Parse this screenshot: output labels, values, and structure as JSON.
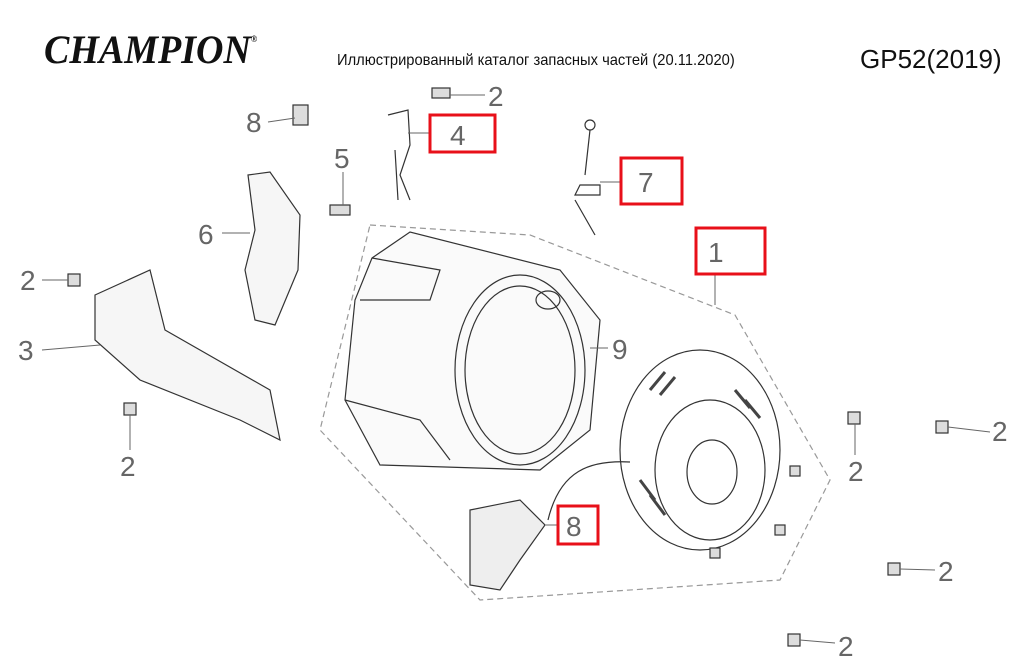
{
  "header": {
    "brand": "CHAMPION",
    "registered": "®",
    "subtitle": "Иллюстрированный каталог запасных частей (20.11.2020)",
    "model": "GP52(2019)"
  },
  "callouts": [
    {
      "id": "c2a",
      "text": "2",
      "highlighted": false
    },
    {
      "id": "c8a",
      "text": "8",
      "highlighted": false
    },
    {
      "id": "c4",
      "text": "4",
      "highlighted": true
    },
    {
      "id": "c5",
      "text": "5",
      "highlighted": false
    },
    {
      "id": "c7",
      "text": "7",
      "highlighted": true
    },
    {
      "id": "c6",
      "text": "6",
      "highlighted": false
    },
    {
      "id": "c1",
      "text": "1",
      "highlighted": true
    },
    {
      "id": "c2b",
      "text": "2",
      "highlighted": false
    },
    {
      "id": "c3",
      "text": "3",
      "highlighted": false
    },
    {
      "id": "c9",
      "text": "9",
      "highlighted": false
    },
    {
      "id": "c2c",
      "text": "2",
      "highlighted": false
    },
    {
      "id": "c2d",
      "text": "2",
      "highlighted": false
    },
    {
      "id": "c2e",
      "text": "2",
      "highlighted": false
    },
    {
      "id": "c8b",
      "text": "8",
      "highlighted": true
    },
    {
      "id": "c2f",
      "text": "2",
      "highlighted": false
    },
    {
      "id": "c2g",
      "text": "2",
      "highlighted": false
    }
  ],
  "colors": {
    "highlight": "#e8101a",
    "line": "#555555",
    "label": "#666666"
  }
}
